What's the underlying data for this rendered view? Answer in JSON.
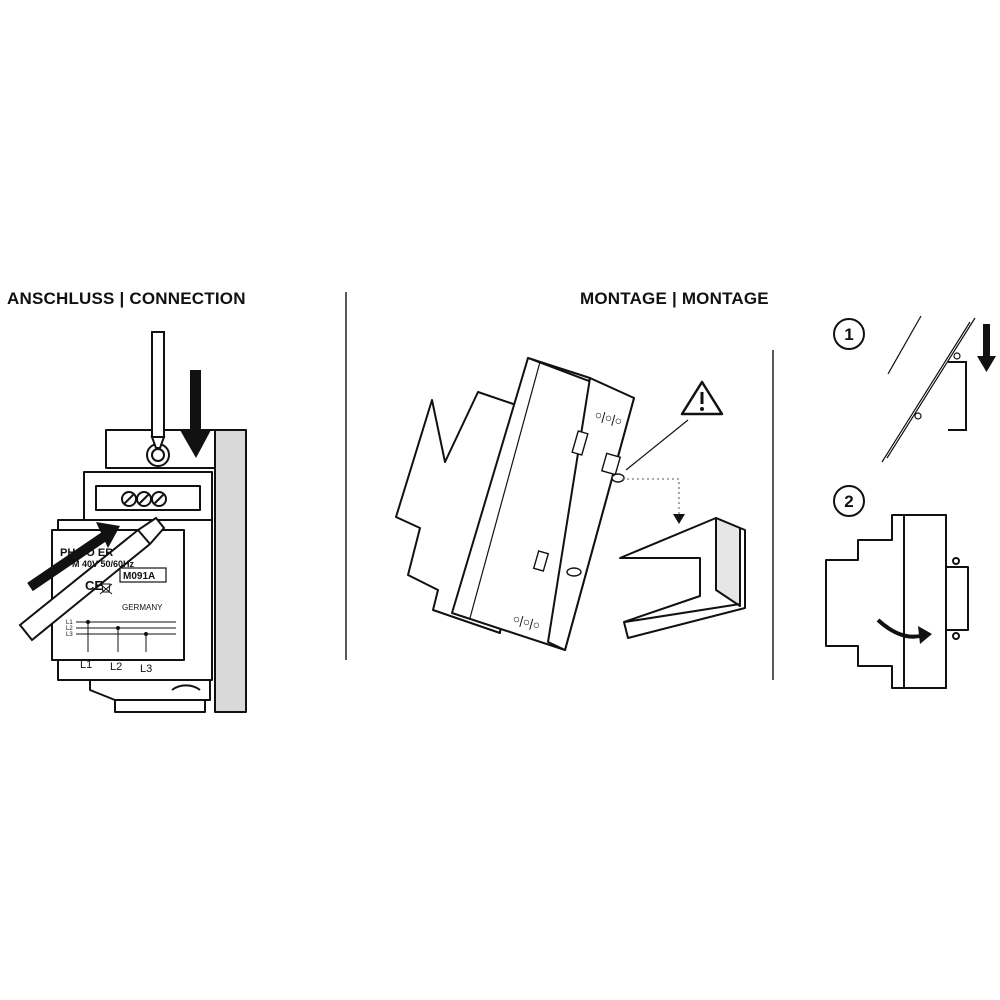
{
  "headings": {
    "connection": "ANSCHLUSS | CONNECTION",
    "mounting": "MONTAGE | MONTAGE"
  },
  "device": {
    "line1": "PH   CO    ER",
    "line2": "M   40V    50/60Hz",
    "model": "M091A",
    "country": "GERMANY",
    "bus_labels": [
      "L1",
      "L2",
      "L3"
    ],
    "terminals": [
      "L1",
      "L2",
      "L3"
    ]
  },
  "steps": [
    "1",
    "2"
  ],
  "icons": [
    "warning-icon"
  ]
}
